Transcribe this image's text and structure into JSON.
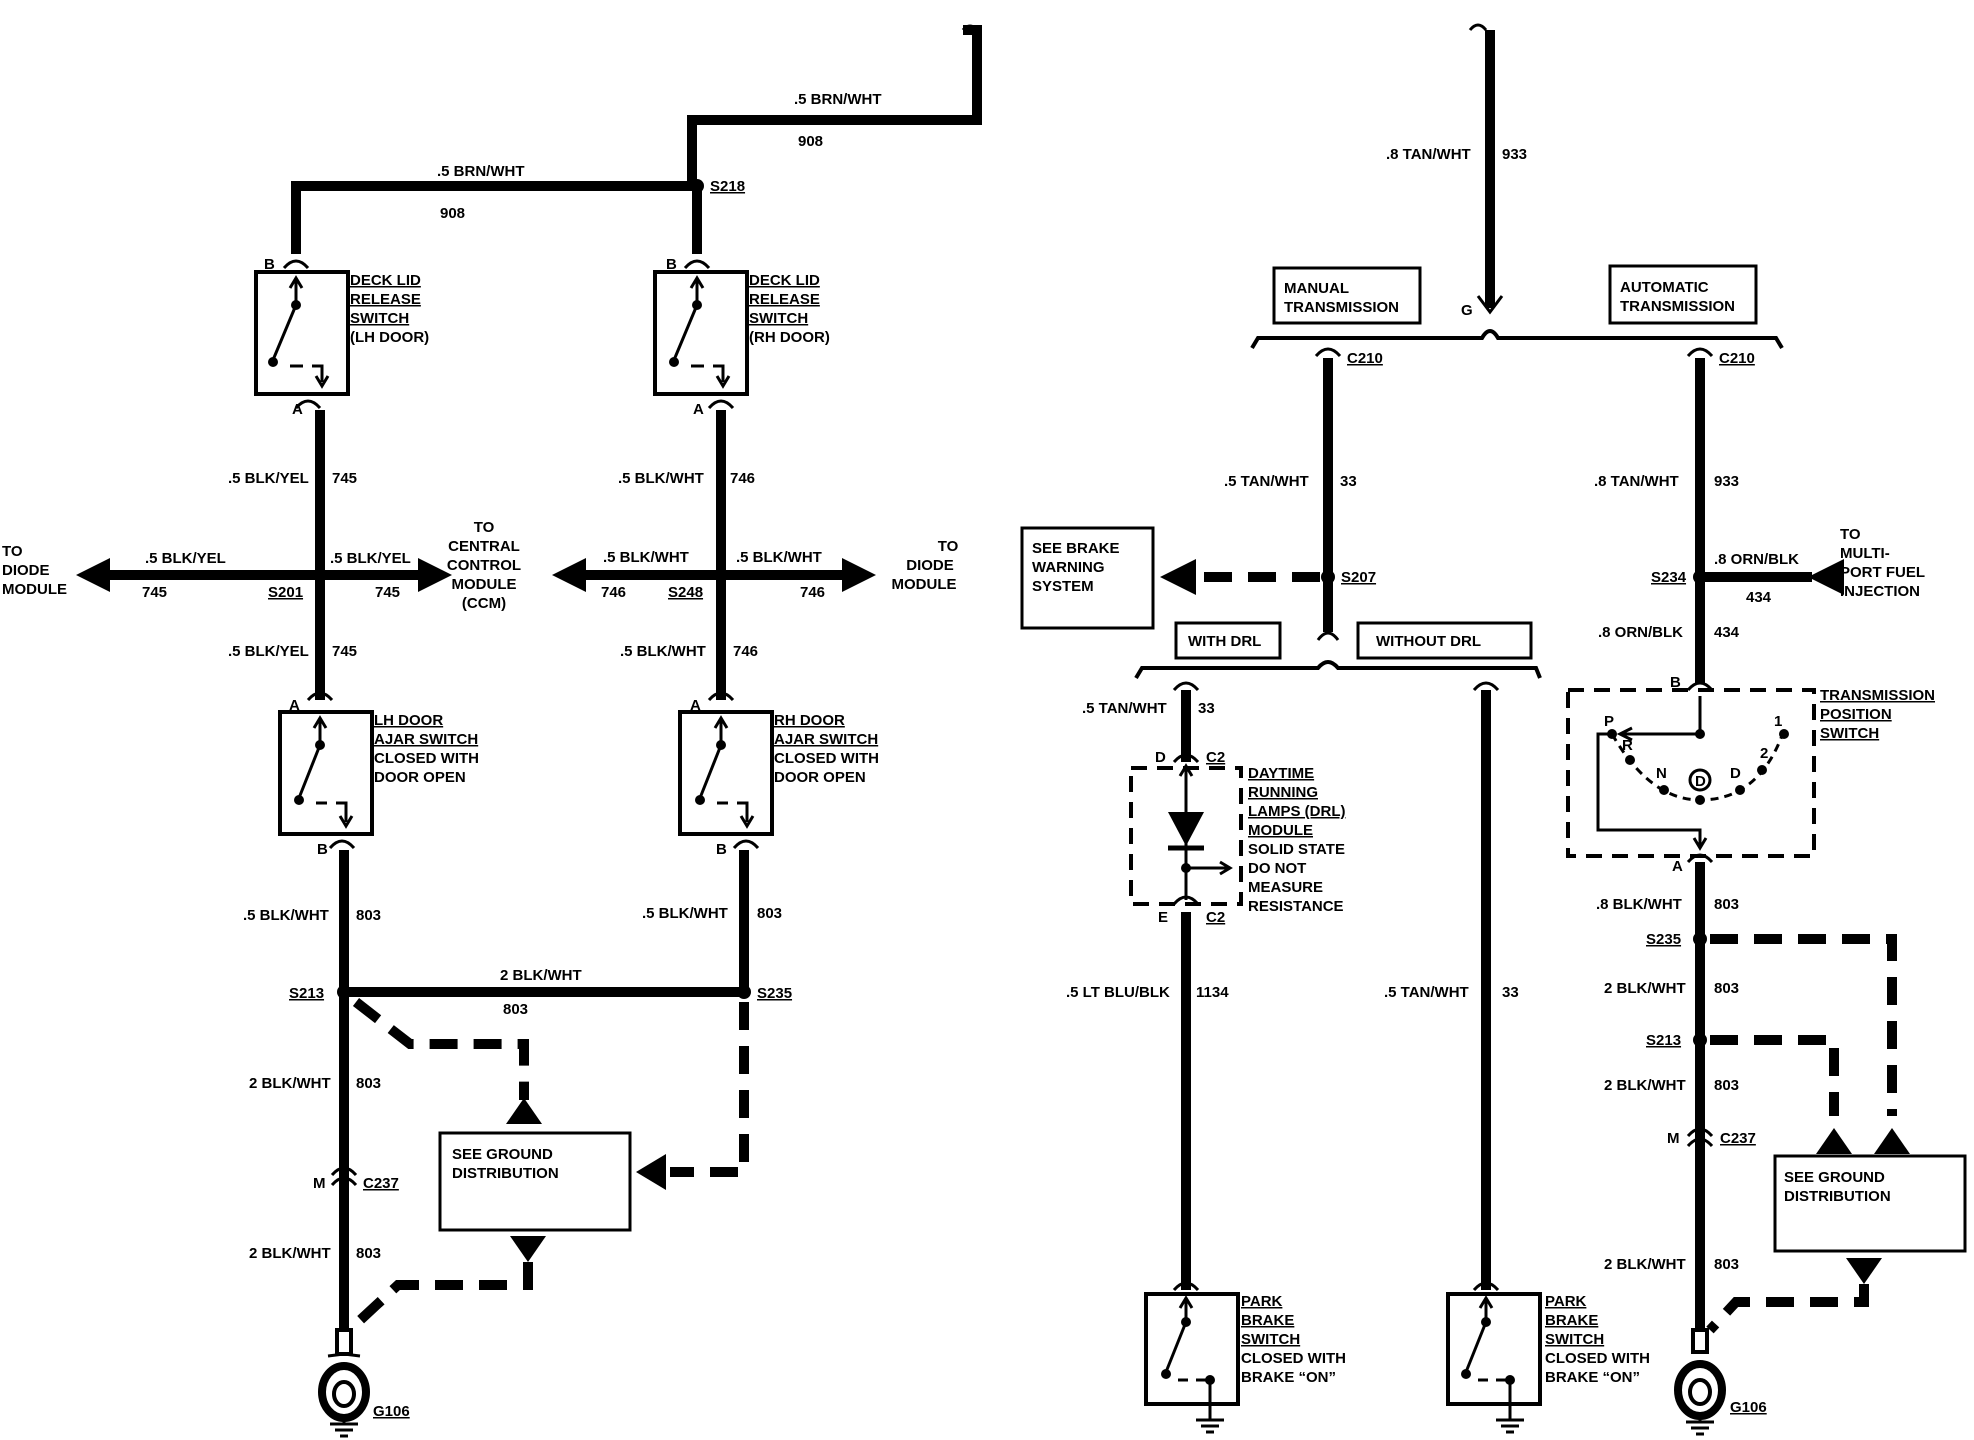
{
  "colors": {
    "ink": "#000000",
    "paper": "#ffffff"
  },
  "icons": [
    "ground-symbol-icon",
    "eyelet-terminal-icon",
    "switch-contact-icon",
    "diode-icon",
    "arrow-icon"
  ],
  "left": {
    "w1": ".5 BRN/WHT",
    "w1n": "908",
    "w2": ".5 BRN/WHT",
    "w2n": "908",
    "s218": "S218",
    "b": "B",
    "a": "A",
    "lhRelease": [
      "DECK LID",
      "RELEASE",
      "SWITCH",
      "(LH DOOR)"
    ],
    "rhRelease": [
      "DECK LID",
      "RELEASE",
      "SWITCH",
      "(RH DOOR)"
    ],
    "w745a": ".5 BLK/YEL",
    "n745": "745",
    "w746a": ".5 BLK/WHT",
    "n746": "746",
    "toDiodeL": [
      "TO",
      "DIODE",
      "MODULE"
    ],
    "toDiodeR": [
      "TO",
      "DIODE",
      "MODULE"
    ],
    "toCcm": [
      "TO",
      "CENTRAL",
      "CONTROL",
      "MODULE",
      "(CCM)"
    ],
    "s201": "S201",
    "s248": "S248",
    "lhAjar": [
      "LH DOOR",
      "AJAR SWITCH",
      "CLOSED WITH",
      "DOOR OPEN"
    ],
    "rhAjar": [
      "RH DOOR",
      "AJAR SWITCH",
      "CLOSED WITH",
      "DOOR OPEN"
    ],
    "w803a": ".5 BLK/WHT",
    "n803": "803",
    "w803b": "2 BLK/WHT",
    "s213": "S213",
    "s235": "S235",
    "m": "M",
    "c237": "C237",
    "seeGround": [
      "SEE GROUND",
      "DISTRIBUTION"
    ],
    "g106": "G106"
  },
  "right": {
    "w933": ".8 TAN/WHT",
    "n933": "933",
    "g": "G",
    "manual": [
      "MANUAL",
      "TRANSMISSION"
    ],
    "automatic": [
      "AUTOMATIC",
      "TRANSMISSION"
    ],
    "c210": "C210",
    "w33": ".5 TAN/WHT",
    "n33": "33",
    "seeBrake": [
      "SEE BRAKE",
      "WARNING",
      "SYSTEM"
    ],
    "s207": "S207",
    "withDrl": "WITH DRL",
    "withoutDrl": "WITHOUT DRL",
    "d": "D",
    "e": "E",
    "c2": "C2",
    "drl": [
      "DAYTIME",
      "RUNNING",
      "LAMPS (DRL)",
      "MODULE",
      "SOLID STATE",
      "DO NOT",
      "MEASURE",
      "RESISTANCE"
    ],
    "w1134": ".5 LT BLU/BLK",
    "n1134": "1134",
    "park": [
      "PARK",
      "BRAKE",
      "SWITCH",
      "CLOSED WITH",
      "BRAKE “ON”"
    ],
    "w434": ".8 ORN/BLK",
    "n434": "434",
    "s234": "S234",
    "toMpfi": [
      "TO",
      "MULTI-",
      "PORT FUEL",
      "INJECTION"
    ],
    "tps": [
      "TRANSMISSION",
      "POSITION",
      "SWITCH"
    ],
    "gearP": "P",
    "gearR": "R",
    "gearN": "N",
    "gearD": "D",
    "gearDD": "D",
    "gear2": "2",
    "gear1": "1",
    "w803": ".8 BLK/WHT",
    "n803": "803",
    "w803b": "2 BLK/WHT",
    "s235": "S235",
    "s213": "S213",
    "m": "M",
    "c237": "C237",
    "seeGround": [
      "SEE GROUND",
      "DISTRIBUTION"
    ],
    "g106": "G106",
    "b": "B",
    "a": "A"
  }
}
